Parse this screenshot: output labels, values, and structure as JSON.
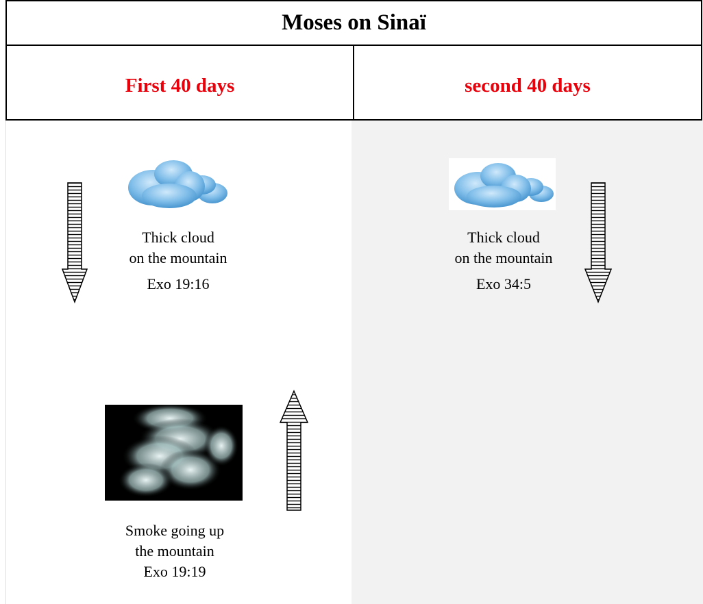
{
  "title": "Moses on Sinaï",
  "columns": {
    "left_header": "First 40 days",
    "right_header": "second 40 days"
  },
  "left": {
    "cloud_caption_line1": "Thick cloud",
    "cloud_caption_line2": "on the mountain",
    "cloud_reference": "Exo 19:16",
    "smoke_caption_line1": "Smoke going up",
    "smoke_caption_line2": "the mountain",
    "smoke_reference": "Exo 19:19"
  },
  "right": {
    "cloud_caption_line1": "Thick cloud",
    "cloud_caption_line2": "on the mountain",
    "cloud_reference": "Exo 34:5"
  },
  "colors": {
    "header_text_accent": "#e8000b",
    "right_panel_background": "#f2f2f2",
    "cloud_blue": "#6fb3e6"
  },
  "icons": [
    "cloud-image",
    "smoke-image",
    "down-arrow-icon",
    "up-arrow-icon"
  ]
}
